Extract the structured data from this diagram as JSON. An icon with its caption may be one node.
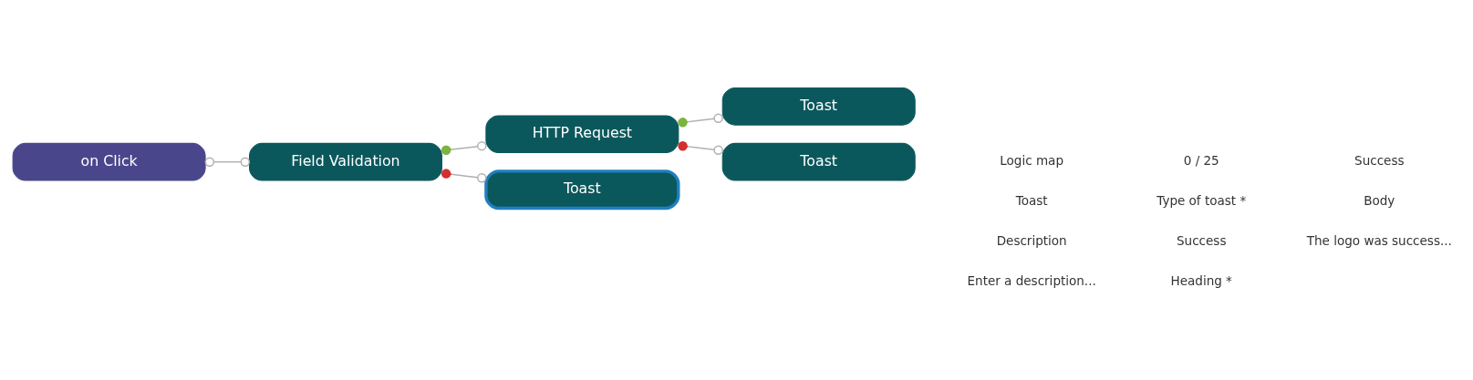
{
  "diagram": {
    "nodes": [
      {
        "text": [
          "on Click"
        ]
      },
      {
        "text": [
          "Field Validation"
        ]
      },
      {
        "text": [
          "HTTP Request"
        ]
      },
      {
        "text": [
          "Toast"
        ]
      },
      {
        "text": [
          "Toast"
        ]
      },
      {
        "text": [
          "Toast"
        ]
      }
    ],
    "edges": [
      {
        "from": 0,
        "to": 1,
        "arrow": "other"
      },
      {
        "from": 1,
        "to": 2,
        "arrow": "other"
      },
      {
        "from": 1,
        "to": 3,
        "arrow": "other"
      },
      {
        "from": 2,
        "to": 4,
        "arrow": "other"
      },
      {
        "from": 2,
        "to": 5,
        "arrow": "other"
      }
    ],
    "labels": [
      "Logic map",
      "Toast",
      "Description",
      "Enter a description...",
      "0 / 25",
      "Type of toast *",
      "Success",
      "Heading *",
      "Success",
      "Body",
      "The logo was success..."
    ]
  }
}
